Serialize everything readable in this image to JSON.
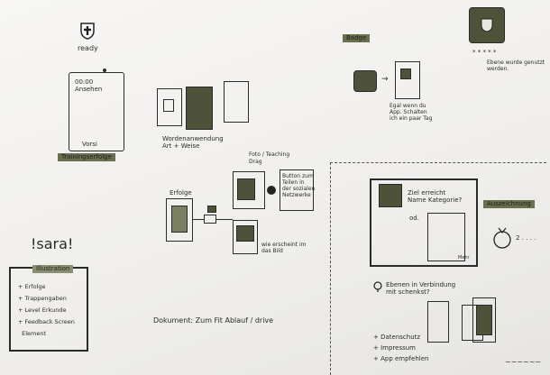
{
  "logo_label": "ready",
  "phone_main": {
    "time": "00:00",
    "sub": "Ansehen",
    "footer": "Vorsi"
  },
  "tags": {
    "training": "Trainingserfolge",
    "badge": "Badge",
    "auszeichnung": "Auszeichnung"
  },
  "notes": {
    "widget": "Wordenanwendung\nArt + Weise",
    "erfolge": "Erfolge",
    "teilen_title": "Foto / Teaching\nDrag",
    "teilen_btn": "Button zum\nTeilen in\nder sozialen\nNetzwerke",
    "wie_erscheint": "wie erscheint im\ndas Bild",
    "badge_note": "Egal wenn du\nApp. Schalten\nich ein paar Tag",
    "badge_top": "Ebene wurde genutzt\nwerden.",
    "stars": "* * * * *",
    "ausz_title": "Ziel erreicht\nName Kategorie?",
    "ausz_sub": "od.",
    "ausz_more": "Mehr",
    "pin_note": "Ebenen in Verbindung\nmit schenkst?",
    "bullets2": "+ Datenschutz\n+ Impressum\n+ App empfehlen",
    "rank": "2 . . . .",
    "sara": "!sara!",
    "illu_title": "Illustration",
    "illu_items": "+ Erfolge\n+ Trappengaben\n+ Level Erkunde\n+ Feedback Screen\n  Element",
    "document": "Dokument: Zum Fit Ablauf / drive",
    "signature": "~~~~~~"
  }
}
